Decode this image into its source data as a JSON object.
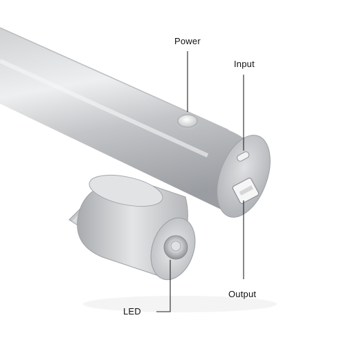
{
  "labels": {
    "power": "Power",
    "input": "Input",
    "output": "Output",
    "led": "LED"
  },
  "colors": {
    "background": "#ffffff",
    "body_light": "#e9eaeb",
    "body_mid": "#c9cbcd",
    "body_dark": "#9fa2a5",
    "port": "#f4f4f4",
    "leader_line": "#222222"
  }
}
